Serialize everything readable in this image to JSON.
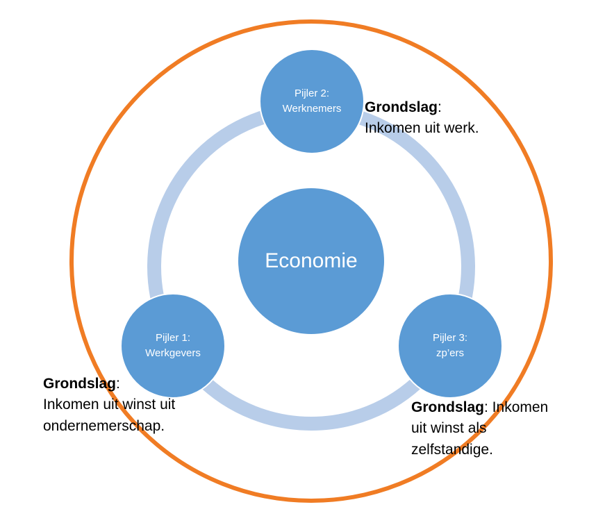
{
  "colors": {
    "outer_ring": "#F07C24",
    "cycle_ring": "#B8CDE9",
    "node_fill": "#5B9BD5",
    "node_text": "#FFFFFF",
    "note_text": "#000000"
  },
  "center": {
    "label": "Economie"
  },
  "pillars": [
    {
      "title": "Pijler 1:",
      "subtitle": "Werkgevers"
    },
    {
      "title": "Pijler 2:",
      "subtitle": "Werknemers"
    },
    {
      "title": "Pijler 3:",
      "subtitle": "zp’ers"
    }
  ],
  "notes": [
    {
      "label": "Grondslag",
      "colon": ":",
      "lines": [
        "Inkomen uit winst uit",
        "ondernemerschap."
      ]
    },
    {
      "label": "Grondslag",
      "colon": ":",
      "lines": [
        "Inkomen uit werk."
      ]
    },
    {
      "label": "Grondslag",
      "colon": ": Inkomen",
      "lines": [
        "uit winst als",
        "zelfstandige."
      ]
    }
  ]
}
